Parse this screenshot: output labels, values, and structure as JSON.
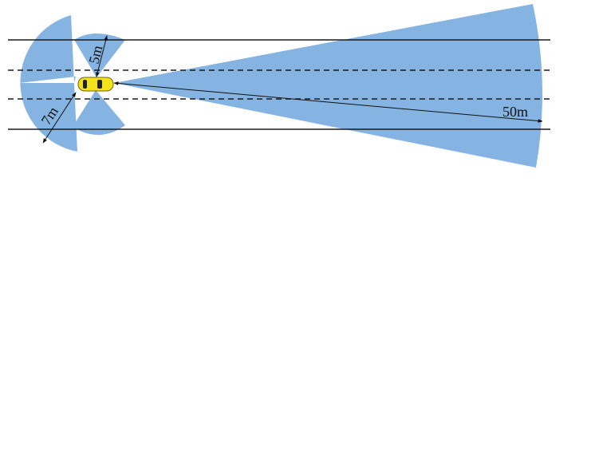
{
  "colors": {
    "coverage": "#85b4e2",
    "lane_line": "#1a1a1a",
    "dimension": "#111111",
    "car_body": "#f3e21c",
    "car_outline": "#6e6410",
    "car_glass": "#222222"
  },
  "labels": {
    "front_range": "50m",
    "side_range": "5m",
    "rear_range": "7m"
  }
}
